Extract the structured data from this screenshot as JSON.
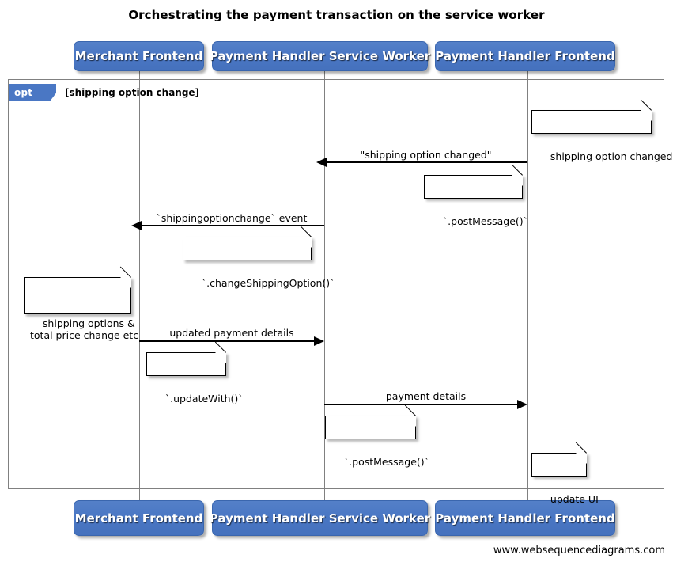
{
  "title": "Orchestrating the payment transaction on the service worker",
  "footer": "www.websequencediagrams.com",
  "colors": {
    "participant_fill": "#4a77c4",
    "participant_border": "#3a66ae",
    "frame_border": "#808080",
    "lifeline": "#808080",
    "arrow": "#000000",
    "note_fill": "#ffffff",
    "background": "#ffffff"
  },
  "participants": [
    {
      "id": "merchant-frontend",
      "label": "Merchant Frontend"
    },
    {
      "id": "payment-handler-service-worker",
      "label": "Payment Handler Service Worker"
    },
    {
      "id": "payment-handler-frontend",
      "label": "Payment Handler Frontend"
    }
  ],
  "fragment": {
    "kind": "opt",
    "label": "opt",
    "condition": "[shipping option change]"
  },
  "messages": [
    {
      "id": "shipping-option-changed",
      "label": "\"shipping option changed\"",
      "from": "payment-handler-frontend",
      "to": "payment-handler-service-worker",
      "direction": "left"
    },
    {
      "id": "shippingoptionchange-event",
      "label": "`shippingoptionchange` event",
      "from": "payment-handler-service-worker",
      "to": "merchant-frontend",
      "direction": "left"
    },
    {
      "id": "updated-payment-details",
      "label": "updated payment details",
      "from": "merchant-frontend",
      "to": "payment-handler-service-worker",
      "direction": "right"
    },
    {
      "id": "payment-details",
      "label": "payment details",
      "from": "payment-handler-service-worker",
      "to": "payment-handler-frontend",
      "direction": "right"
    }
  ],
  "notes": [
    {
      "id": "note-shipping-option-changed",
      "text": "shipping option changed",
      "attached_to": "payment-handler-frontend"
    },
    {
      "id": "note-post-message-1",
      "text": "`.postMessage()`",
      "attached_to": "payment-handler-frontend"
    },
    {
      "id": "note-change-shipping-option",
      "text": "`.changeShippingOption()`",
      "attached_to": "payment-handler-service-worker"
    },
    {
      "id": "note-shipping-options-total-price",
      "text": "shipping options &\ntotal price change etc",
      "attached_to": "merchant-frontend"
    },
    {
      "id": "note-update-with",
      "text": "`.updateWith()`",
      "attached_to": "merchant-frontend"
    },
    {
      "id": "note-post-message-2",
      "text": "`.postMessage()`",
      "attached_to": "payment-handler-service-worker"
    },
    {
      "id": "note-update-ui",
      "text": "update UI",
      "attached_to": "payment-handler-frontend"
    }
  ]
}
